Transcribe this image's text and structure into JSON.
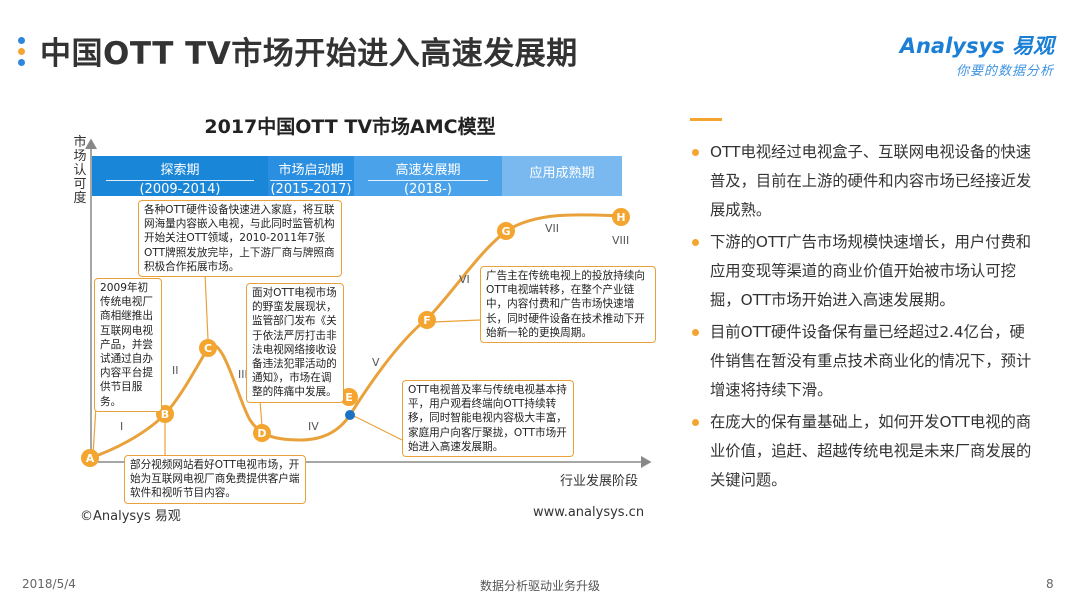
{
  "page": {
    "title": "中国OTT TV市场开始进入高速发展期",
    "logo_brand": "Analysys 易观",
    "logo_slogan": "你要的数据分析",
    "chart_title": "2017中国OTT TV市场AMC模型",
    "y_axis_label": "市场认可度",
    "x_axis_label": "行业发展阶段",
    "copyright": "©Analysys 易观",
    "website": "www.analysys.cn",
    "footer_date": "2018/5/4",
    "footer_center": "数据分析驱动业务升级",
    "page_number": "8"
  },
  "colors": {
    "accent": "#f3a530",
    "blue_dark": "#1a86d8",
    "blue_light": "#74b6ee",
    "curve": "#e9a23b",
    "point": "#f3a530"
  },
  "stages": [
    {
      "name": "探索期",
      "years": "(2009-2014)"
    },
    {
      "name": "市场启动期",
      "years": "(2015-2017)"
    },
    {
      "name": "高速发展期",
      "years": "(2018-)"
    },
    {
      "name": "应用成熟期",
      "years": ""
    }
  ],
  "points": [
    "A",
    "B",
    "C",
    "D",
    "E",
    "F",
    "G",
    "H"
  ],
  "numerals": [
    "I",
    "II",
    "III",
    "IV",
    "V",
    "VI",
    "VII",
    "VIII"
  ],
  "callouts": {
    "a": "2009年初传统电视厂商相继推出互联网电视产品，并尝试通过自办内容平台提供节目服务。",
    "b": "部分视频网站看好OTT电视市场，开始为互联网电视厂商免费提供客户端软件和视听节目内容。",
    "c": "各种OTT硬件设备快速进入家庭，将互联网海量内容嵌入电视，与此同时监管机构开始关注OTT领域，2010-2011年7张OTT牌照发放完毕，上下游厂商与牌照商积极合作拓展市场。",
    "d": "面对OTT电视市场的野蛮发展现状，监管部门发布《关于依法严厉打击非法电视网络接收设备违法犯罪活动的通知》，市场在调整的阵痛中发展。",
    "e": "OTT电视普及率与传统电视基本持平，用户观看终端向OTT持续转移，同时智能电视内容极大丰富，家庭用户向客厅聚拢，OTT市场开始进入高速发展期。",
    "f": "广告主在传统电视上的投放持续向OTT电视端转移，在整个产业链中，内容付费和广告市场快速增长，同时硬件设备在技术推动下开始新一轮的更换周期。"
  },
  "bullets": [
    "OTT电视经过电视盒子、互联网电视设备的快速普及，目前在上游的硬件和内容市场已经接近发展成熟。",
    "下游的OTT广告市场规模快速增长，用户付费和应用变现等渠道的商业价值开始被市场认可挖掘，OTT市场开始进入高速发展期。",
    "目前OTT硬件设备保有量已经超过2.4亿台，硬件销售在暂没有重点技术商业化的情况下，预计增速将持续下滑。",
    "在庞大的保有量基础上，如何开发OTT电视的商业价值，追赶、超越传统电视是未来厂商发展的关键问题。"
  ]
}
